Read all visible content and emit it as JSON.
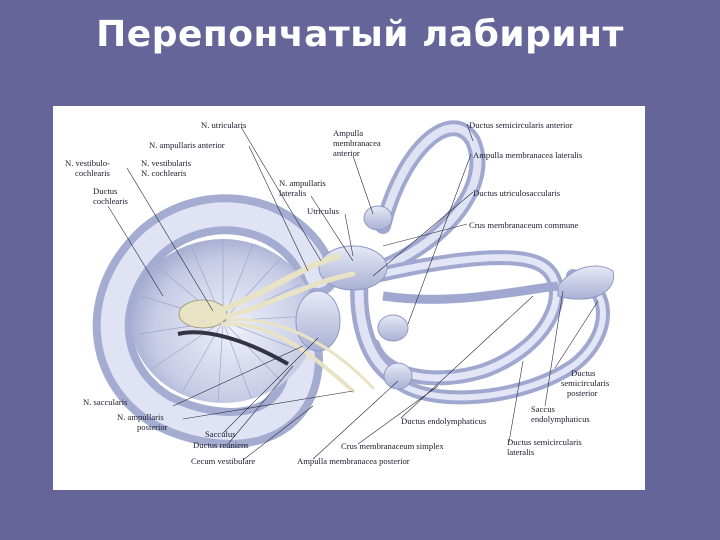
{
  "title": "Перепончатый лабиринт",
  "colors": {
    "background": "#65659a",
    "membrane": "#c9cfe8",
    "nerve": "#e9e3c6"
  },
  "labels": {
    "n_utricularis": "N. utricularis",
    "n_ampullaris_anterior": "N. ampullaris anterior",
    "n_vestibulo_cochlearis_1": "N. vestibulo-",
    "n_vestibulo_cochlearis_2": "cochlearis",
    "n_vestibularis": "N. vestibularis",
    "n_cochlearis": "N. cochlearis",
    "ductus_cochlearis_1": "Ductus",
    "ductus_cochlearis_2": "cochlearis",
    "ampulla_anterior_1": "Ampulla",
    "ampulla_anterior_2": "membranacea",
    "ampulla_anterior_3": "anterior",
    "n_ampullaris_lateralis_1": "N. ampullaris",
    "n_ampullaris_lateralis_2": "lateralis",
    "utriculus": "Utriculus",
    "ductus_semicircularis_anterior": "Ductus semicircularis anterior",
    "ampulla_lateralis": "Ampulla membranacea lateralis",
    "ductus_utriculosaccularis": "Ductus utriculosaccularis",
    "crus_commune": "Crus membranaceum commune",
    "n_saccularis": "N. saccularis",
    "n_ampullaris_posterior_1": "N. ampullaris",
    "n_ampullaris_posterior_2": "posterior",
    "sacculus": "Sacculus",
    "ductus_reuniens": "Ductus reuniens",
    "cecum_vestibulare": "Cecum vestibulare",
    "ductus_endolymphaticus": "Ductus endolymphaticus",
    "crus_simplex": "Crus membranaceum simplex",
    "ampulla_posterior": "Ampulla membranacea posterior",
    "ductus_posterior_1": "Ductus",
    "ductus_posterior_2": "semicircularis",
    "ductus_posterior_3": "posterior",
    "saccus_1": "Saccus",
    "saccus_2": "endolymphaticus",
    "ductus_lateralis_1": "Ductus semicircularis",
    "ductus_lateralis_2": "lateralis"
  }
}
